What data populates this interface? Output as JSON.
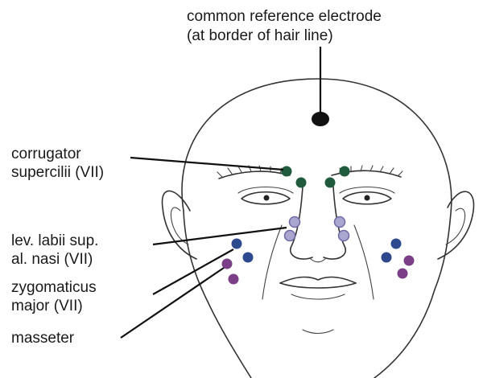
{
  "labels": {
    "reference_line1": "common reference electrode",
    "reference_line2": "(at border of hair line)",
    "corrugator_line1": "corrugator",
    "corrugator_line2": "supercilii (VII)",
    "levator_line1": "lev. labii sup.",
    "levator_line2": "al. nasi (VII)",
    "zygomaticus_line1": "zygomaticus",
    "zygomaticus_line2": "major (VII)",
    "masseter": "masseter"
  },
  "colors": {
    "reference": "#111111",
    "corrugator": "#1f5a3c",
    "levator": "#a9a6cf",
    "levator_stroke": "#6f6aa5",
    "zygomaticus": "#2e4a8f",
    "masseter": "#7a3f86"
  }
}
